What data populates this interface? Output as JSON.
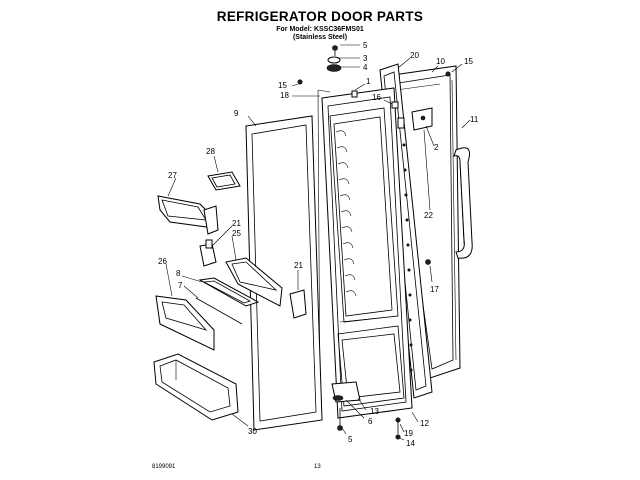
{
  "header": {
    "title": "REFRIGERATOR DOOR PARTS",
    "model_line": "For Model: KSSC36FMS01",
    "variant_line": "(Stainless Steel)"
  },
  "footer": {
    "doc_number": "8199091",
    "page": "13"
  },
  "callouts": [
    "5",
    "3",
    "4",
    "20",
    "10",
    "15",
    "15",
    "18",
    "1",
    "16",
    "9",
    "11",
    "2",
    "28",
    "27",
    "22",
    "21",
    "25",
    "26",
    "8",
    "7",
    "21",
    "17",
    "30",
    "13",
    "6",
    "5",
    "12",
    "19",
    "14"
  ]
}
